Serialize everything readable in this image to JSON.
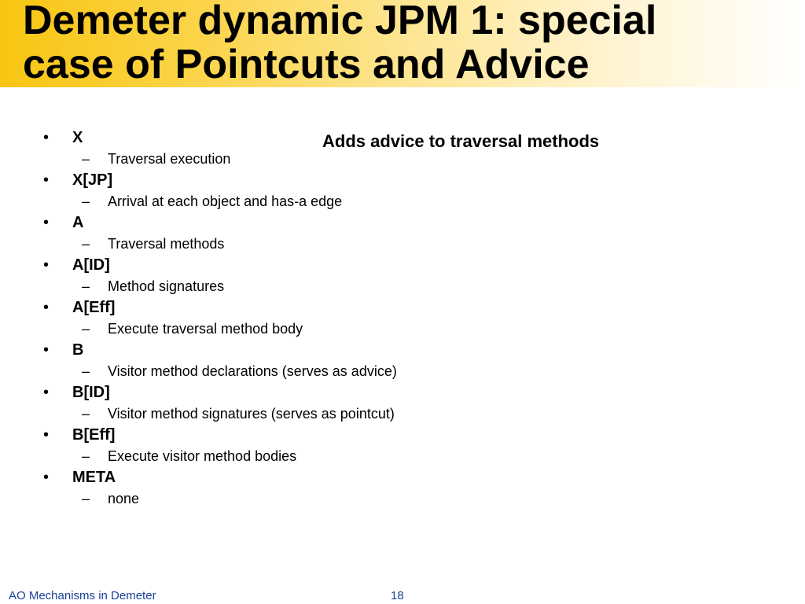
{
  "slide": {
    "title_line1": "Demeter dynamic JPM 1: special",
    "title_line2": "case of Pointcuts and Advice",
    "side_note": "Adds advice to traversal methods",
    "bullet_glyph": "•",
    "dash_glyph": "–",
    "items": [
      {
        "label": "X",
        "sub": "Traversal execution"
      },
      {
        "label": "X[JP]",
        "sub": "Arrival at each object and has-a edge"
      },
      {
        "label": "A",
        "sub": "Traversal methods"
      },
      {
        "label": "A[ID]",
        "sub": "Method signatures"
      },
      {
        "label": "A[Eff]",
        "sub": "Execute traversal method body"
      },
      {
        "label": "B",
        "sub": "Visitor method declarations (serves as advice)"
      },
      {
        "label": "B[ID]",
        "sub": "Visitor method signatures (serves as pointcut)"
      },
      {
        "label": "B[Eff]",
        "sub": "Execute visitor method bodies"
      },
      {
        "label": "META",
        "sub": "none"
      }
    ]
  },
  "footer": {
    "left_text": "AO Mechanisms in Demeter",
    "page_number": "18"
  },
  "colors": {
    "title_band_start": "#f8c512",
    "title_band_end": "#ffffff",
    "footer_text": "#1b3f9a",
    "body_text": "#000000"
  }
}
